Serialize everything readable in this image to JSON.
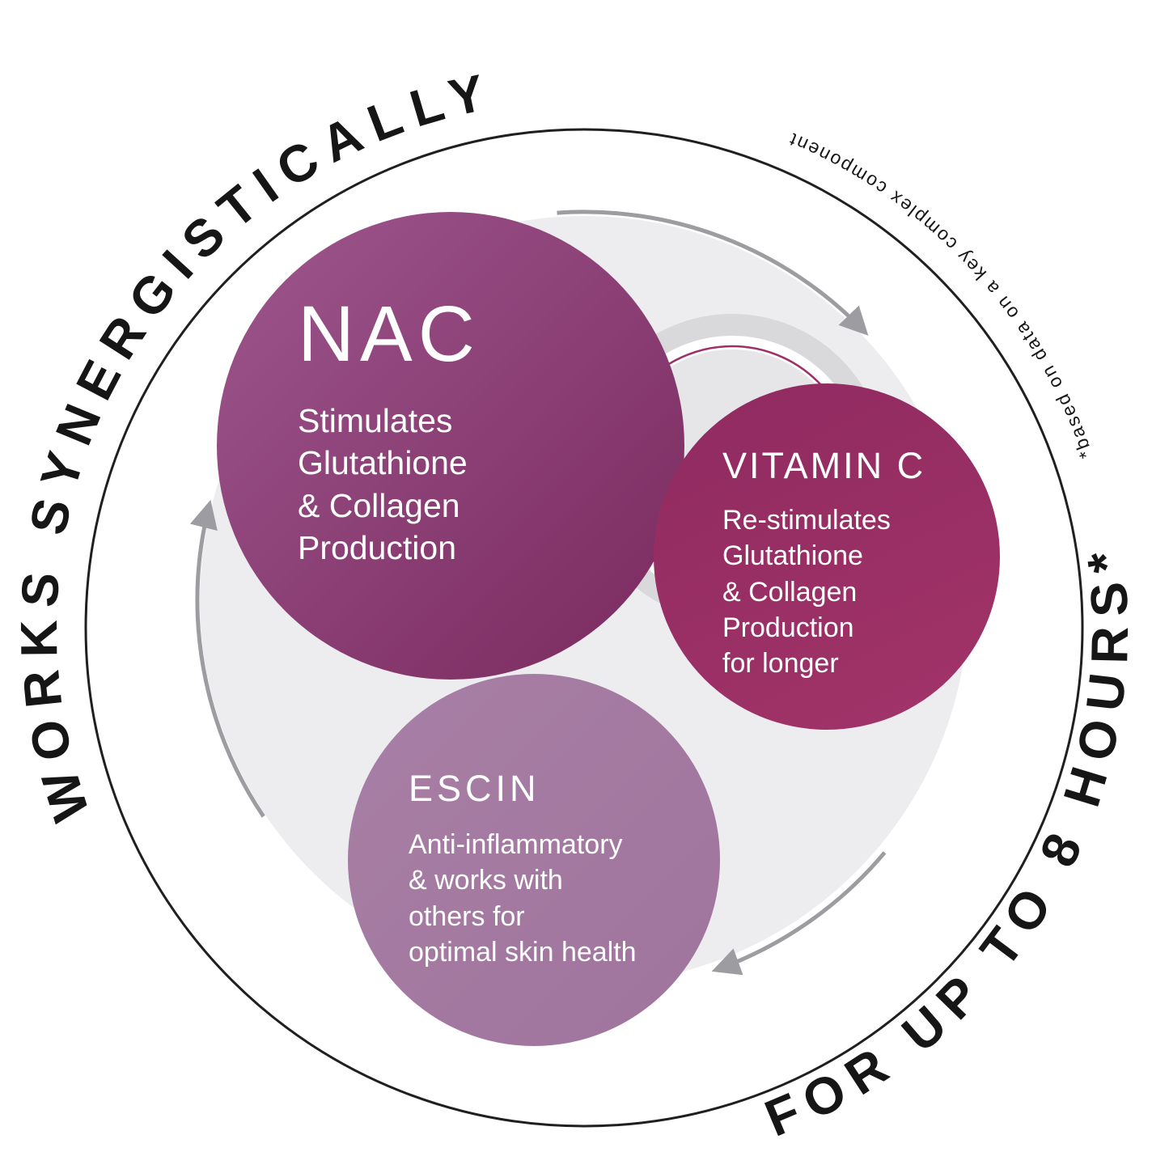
{
  "curved_text": {
    "left_arc": "WORKS SYNERGISTICALLY",
    "bottom_right_arc": "FOR UP TO 8 HOURS*",
    "footnote_arc": "*based on data on a key complex component"
  },
  "circles": {
    "nac": {
      "title": "NAC",
      "body_lines": [
        "Stimulates",
        "Glutathione",
        "& Collagen",
        "Production"
      ],
      "gradient": {
        "angle": "135deg",
        "from": "#9d578e",
        "to": "#7a295d"
      }
    },
    "vitamin_c": {
      "title": "VITAMIN C",
      "body_lines": [
        "Re-stimulates",
        "Glutathione",
        "& Collagen",
        "Production",
        "for longer"
      ],
      "gradient": {
        "angle": "155deg",
        "from": "#8f2a60",
        "to": "#a23469"
      }
    },
    "escin": {
      "title": "ESCIN",
      "body_lines": [
        "Anti-inflammatory",
        "& works with",
        "others for",
        "optimal skin health"
      ],
      "gradient": {
        "angle": "135deg",
        "from": "#a87fa5",
        "to": "#9f749d"
      }
    }
  },
  "colors": {
    "outer_ring": "#1f1f1f",
    "disc_gray": "#ededef",
    "arrow_gray": "#9d9da1",
    "curved_text_black": "#161616",
    "deco_outer_gray": "#d9d9dc",
    "deco_white": "#ffffff",
    "deco_maroon": "#9e3067",
    "deco_inner_gray": "#e6e6e9"
  }
}
